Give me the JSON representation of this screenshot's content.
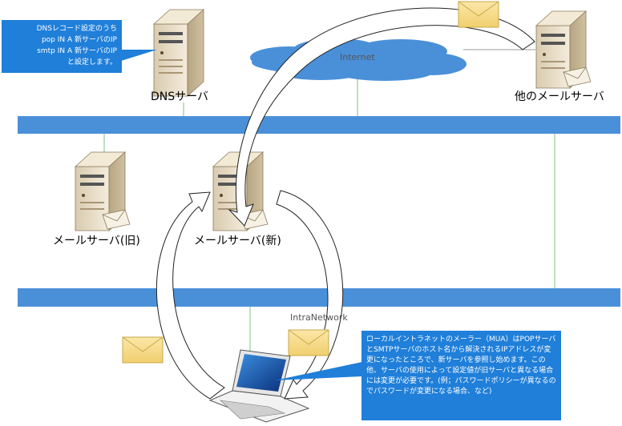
{
  "callouts": {
    "dns": [
      "DNSレコード設定のうち",
      "pop IN A 新サーバのIP",
      "smtp IN A 新サーバのIP",
      "と設定します。"
    ],
    "mua": "ローカルイントラネットのメーラー（MUA）はPOPサーバとSMTPサーバのホスト名から解決されるIPアドレスが変更になったところで、新サーバを参照し始めます。この他、サーバの使用によって設定値が旧サーバと異なる場合には変更が必要です。(例；パスワードポリシーが異なるのでパスワードが変更になる場合、など)"
  },
  "labels": {
    "dns_server": "DNSサーバ",
    "other_mail_server": "他のメールサーバ",
    "old_mail_server": "メールサーバ(旧)",
    "new_mail_server": "メールサーバ(新)"
  },
  "networks": {
    "internet": "Internet",
    "intranet": "IntraNetwork"
  },
  "colors": {
    "callout_bg": "#1f7fd9",
    "network_bar": "#4a90d9",
    "cloud": "#4a90d9",
    "server_body": "#e8dcc4",
    "envelope": "#f7dc8a"
  }
}
